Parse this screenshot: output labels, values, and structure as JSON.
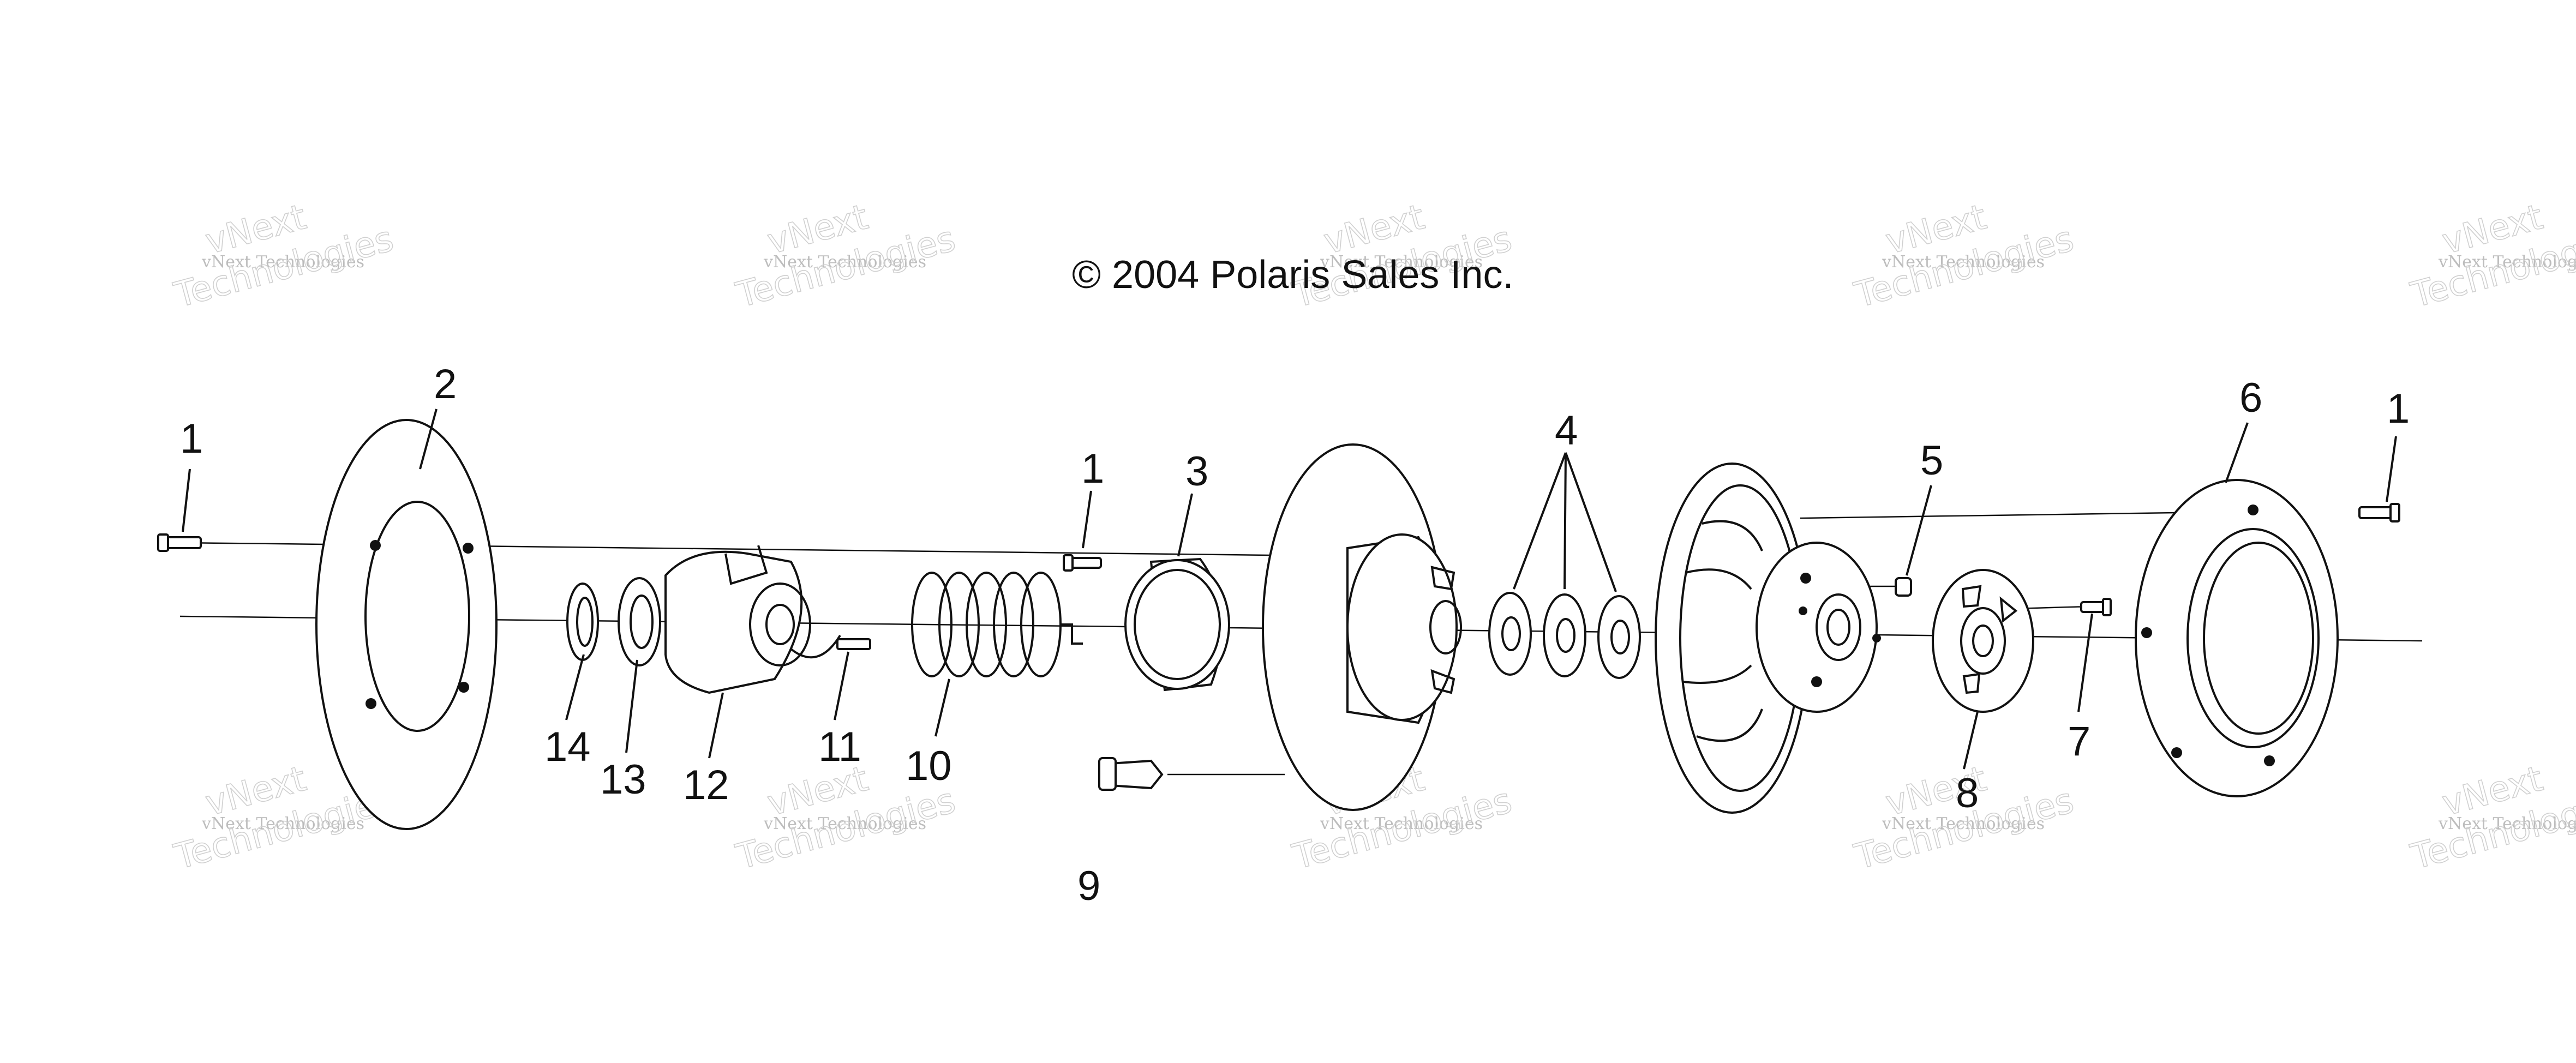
{
  "copyright": "© 2004 Polaris Sales Inc.",
  "watermark": {
    "line1": "vNext Technologies",
    "line2": "vNext",
    "line3": "Technologies"
  },
  "callouts": [
    "1",
    "2",
    "1",
    "3",
    "4",
    "5",
    "6",
    "1",
    "14",
    "13",
    "12",
    "11",
    "10",
    "9",
    "7",
    "8"
  ]
}
